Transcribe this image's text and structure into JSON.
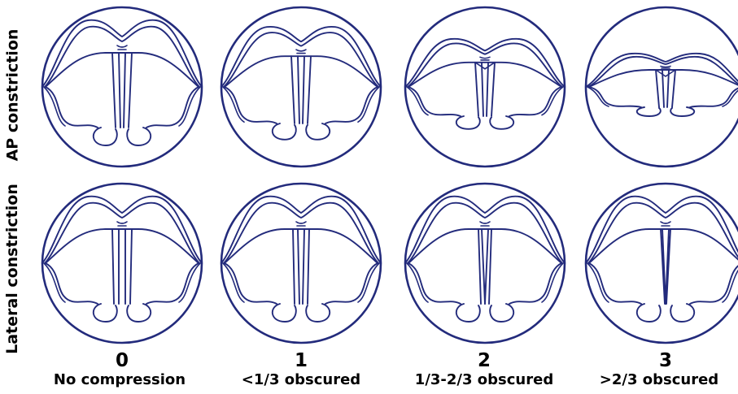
{
  "rows": [
    {
      "label": "AP constriction",
      "type": "ap"
    },
    {
      "label": "Lateral constriction",
      "type": "lateral"
    }
  ],
  "grades": [
    {
      "number": "0",
      "description": "No compression",
      "severity": 0
    },
    {
      "number": "1",
      "description": "<1/3 obscured",
      "severity": 1
    },
    {
      "number": "2",
      "description": "1/3-2/3 obscured",
      "severity": 2
    },
    {
      "number": "3",
      "description": ">2/3 obscured",
      "severity": 3
    }
  ],
  "colors": {
    "line": "#232b7c",
    "text": "#000000",
    "background": "#ffffff"
  }
}
